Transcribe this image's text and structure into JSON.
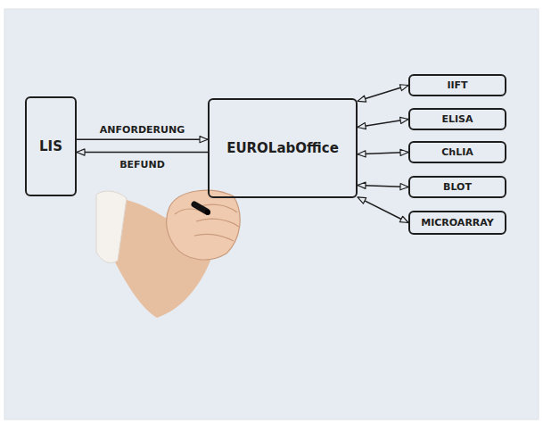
{
  "diagram": {
    "nodes": [
      {
        "text": [
          "LIS"
        ]
      },
      {
        "text": [
          "EUROLabOffice"
        ]
      },
      {
        "text": [
          "IIFT"
        ]
      },
      {
        "text": [
          "ELISA"
        ]
      },
      {
        "text": [
          "ChLIA"
        ]
      },
      {
        "text": [
          "BLOT"
        ]
      },
      {
        "text": [
          "MICROARRAY"
        ]
      }
    ],
    "edges": [
      {
        "from": 0,
        "to": 1,
        "label": "ANFORDERUNG",
        "arrow": "to"
      },
      {
        "from": 1,
        "to": 0,
        "label": "BEFUND",
        "arrow": "to"
      },
      {
        "from": 1,
        "to": 2,
        "arrow": "both"
      },
      {
        "from": 1,
        "to": 3,
        "arrow": "both"
      },
      {
        "from": 1,
        "to": 4,
        "arrow": "both"
      },
      {
        "from": 1,
        "to": 5,
        "arrow": "both"
      },
      {
        "from": 1,
        "to": 6,
        "arrow": "both"
      }
    ]
  }
}
